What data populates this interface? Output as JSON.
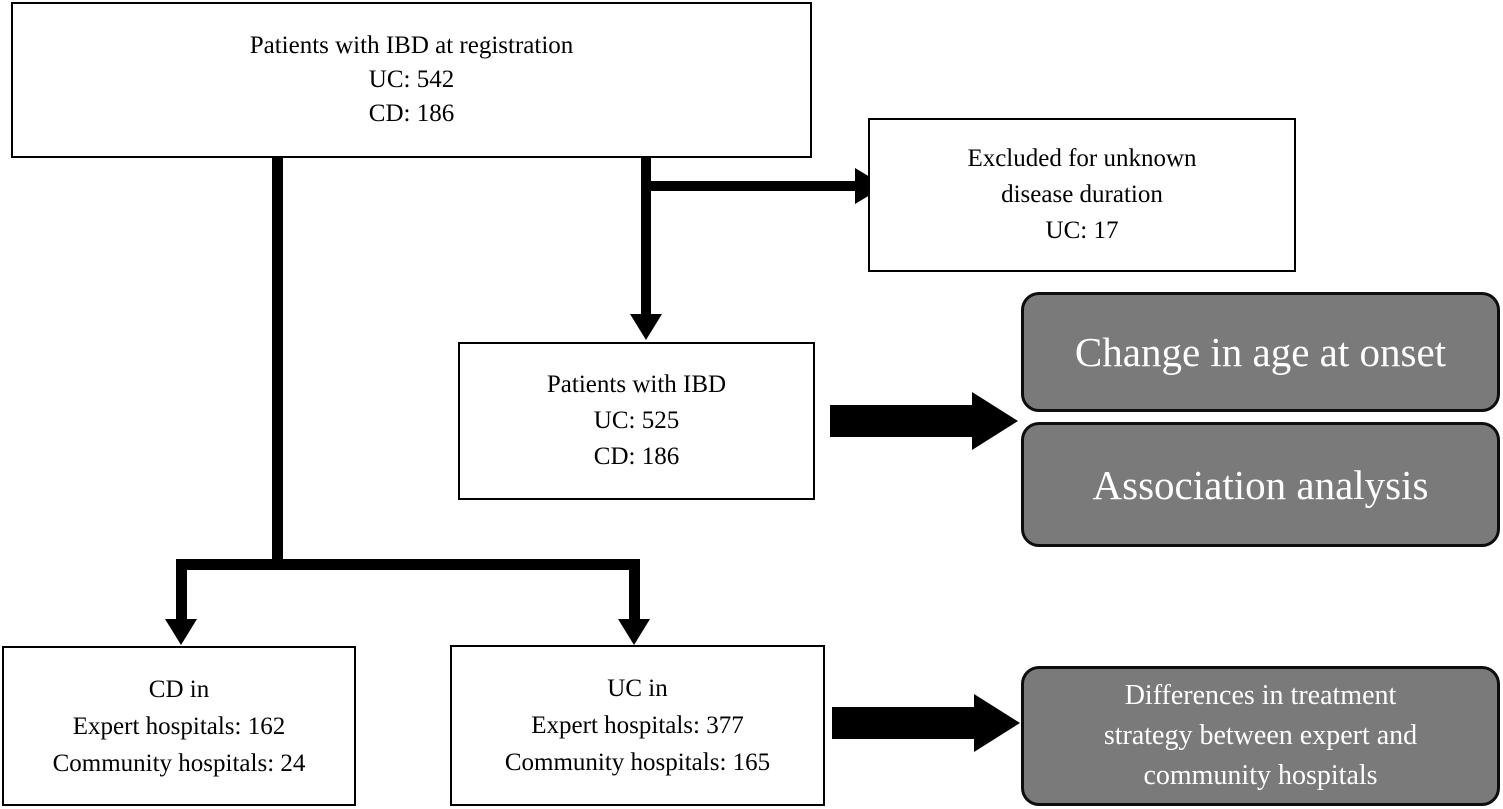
{
  "figure": {
    "type": "flowchart",
    "title": "Patient selection flow diagram for IBD cohort",
    "colors": {
      "outcome_fill": "#7a7a7a",
      "outcome_text": "#ffffff",
      "box_border": "#000000",
      "box_fill": "#ffffff",
      "connector": "#000000"
    }
  },
  "nodes": {
    "registration": {
      "lines": [
        "Patients with IBD at registration",
        "UC: 542",
        "CD: 186"
      ]
    },
    "excluded": {
      "lines": [
        "Excluded for unknown",
        "disease duration",
        "UC: 17"
      ]
    },
    "ibd": {
      "lines": [
        "Patients with IBD",
        "UC: 525",
        "CD: 186"
      ]
    },
    "cd_hospitals": {
      "lines": [
        "CD in",
        "Expert hospitals: 162",
        "Community hospitals: 24"
      ]
    },
    "uc_hospitals": {
      "lines": [
        "UC in",
        "Expert hospitals: 377",
        "Community hospitals: 165"
      ]
    }
  },
  "outcomes": {
    "age_at_onset": {
      "lines": [
        "Change in age at onset"
      ]
    },
    "association": {
      "lines": [
        "Association analysis"
      ]
    },
    "treatment_differences": {
      "lines": [
        "Differences in treatment",
        "strategy between expert and",
        "community hospitals"
      ]
    }
  }
}
